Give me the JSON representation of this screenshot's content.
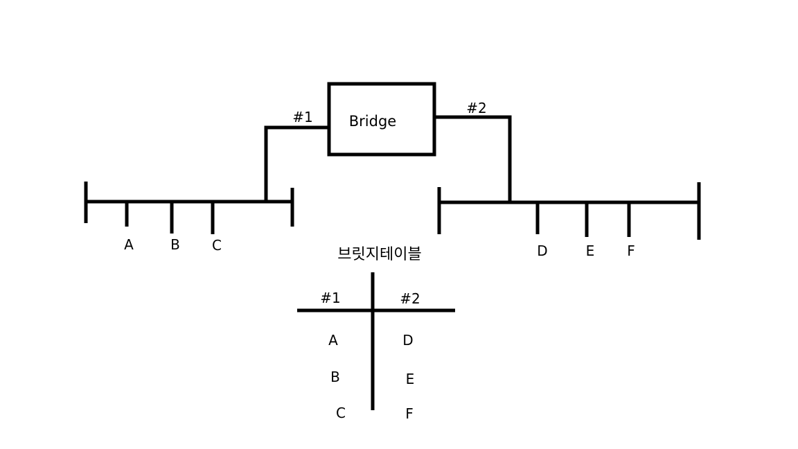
{
  "bridge": {
    "label": "Bridge"
  },
  "ports": {
    "port1": "#1",
    "port2": "#2"
  },
  "segment_left": {
    "hosts": [
      "A",
      "B",
      "C"
    ]
  },
  "segment_right": {
    "hosts": [
      "D",
      "E",
      "F"
    ]
  },
  "bridge_table": {
    "title": "브릿지테이블",
    "columns": [
      "#1",
      "#2"
    ],
    "rows": [
      [
        "A",
        "D"
      ],
      [
        "B",
        "E"
      ],
      [
        "C",
        "F"
      ]
    ]
  },
  "colors": {
    "line": "#000000",
    "background": "#ffffff"
  }
}
